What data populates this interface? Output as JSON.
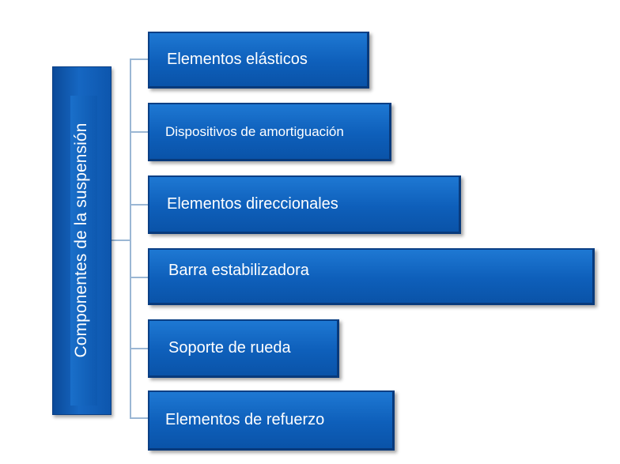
{
  "root": {
    "label": "Componentes de la suspensión"
  },
  "children": [
    {
      "label": "Elementos elásticos"
    },
    {
      "label": "Dispositivos de amortiguación"
    },
    {
      "label": "Elementos direccionales"
    },
    {
      "label": "Barra estabilizadora"
    },
    {
      "label": "Soporte de rueda"
    },
    {
      "label": "Elementos de refuerzo"
    }
  ],
  "colors": {
    "box_fill": "#1565c0",
    "box_border": "#0a3f85",
    "connector": "#9bb7d4",
    "text": "#ffffff"
  }
}
